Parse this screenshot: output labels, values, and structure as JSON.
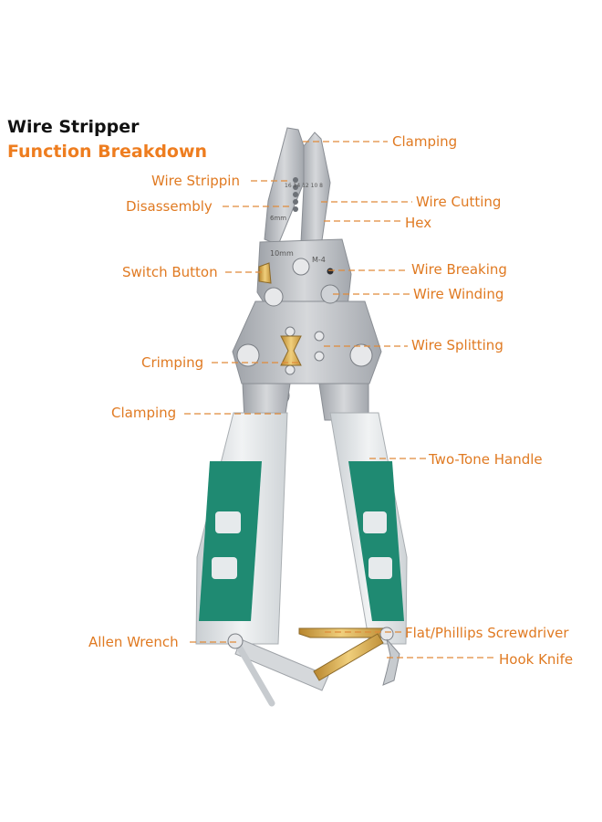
{
  "header": {
    "title": "Wire Stripper",
    "subtitle": "Function Breakdown"
  },
  "labels": {
    "clamping_top": "Clamping",
    "wire_strippin": "Wire Strippin",
    "disassembly": "Disassembly",
    "wire_cutting": "Wire Cutting",
    "hex": "Hex",
    "switch_button": "Switch Button",
    "wire_breaking": "Wire Breaking",
    "wire_winding": "Wire Winding",
    "crimping": "Crimping",
    "wire_splitting": "Wire Splitting",
    "clamping_mid": "Clamping",
    "two_tone_handle": "Two-Tone Handle",
    "allen_wrench": "Allen Wrench",
    "flat_phillips_screwdriver": "Flat/Phillips Screwdriver",
    "hook_knife": "Hook Knife"
  },
  "tool_markings": {
    "size_scale": "16 14 12 10 8",
    "mm_small": "6mm",
    "mm_large": "10mm",
    "model": "M-4"
  },
  "colors": {
    "accent_orange": "#ee7d1f",
    "label_orange": "#e07a22",
    "title_black": "#111111",
    "steel": "#b9bcc1",
    "handle_green": "#1f8a72",
    "handle_clear": "#dfe3e6",
    "brass": "#d7a74a"
  }
}
